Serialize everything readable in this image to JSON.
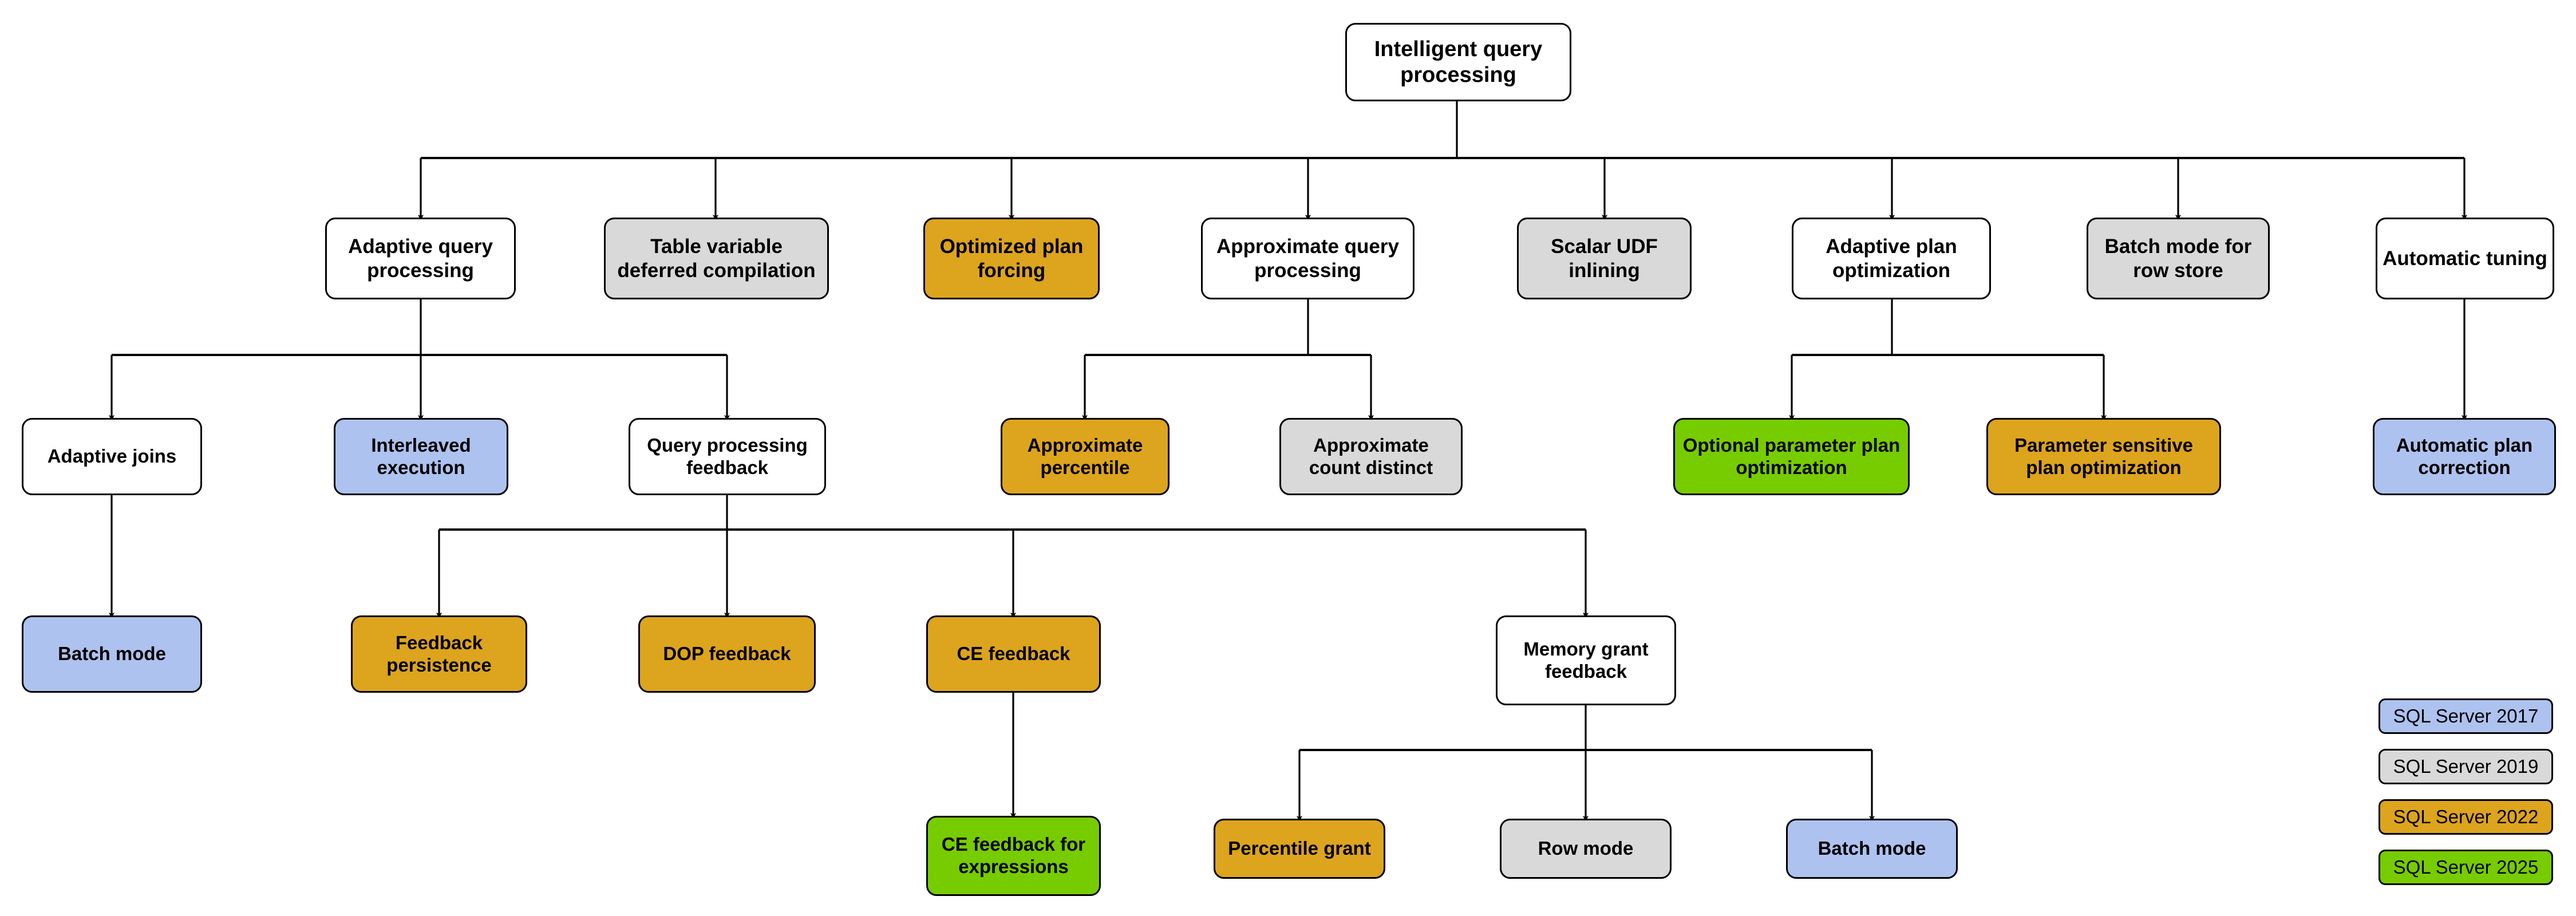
{
  "diagram": {
    "title": "Intelligent query processing",
    "root": {
      "label": "Intelligent query processing",
      "color": "white"
    },
    "level2": [
      {
        "label": "Adaptive query processing",
        "color": "white"
      },
      {
        "label": "Table variable deferred compilation",
        "color": "gray"
      },
      {
        "label": "Optimized plan forcing",
        "color": "orange"
      },
      {
        "label": "Approximate query processing",
        "color": "white"
      },
      {
        "label": "Scalar UDF inlining",
        "color": "gray"
      },
      {
        "label": "Adaptive plan optimization",
        "color": "white"
      },
      {
        "label": "Batch mode for row store",
        "color": "gray"
      },
      {
        "label": "Automatic tuning",
        "color": "white"
      }
    ],
    "level3": [
      {
        "label": "Adaptive joins",
        "color": "white"
      },
      {
        "label": "Interleaved execution",
        "color": "blue"
      },
      {
        "label": "Query processing feedback",
        "color": "white"
      },
      {
        "label": "Approximate percentile",
        "color": "orange"
      },
      {
        "label": "Approximate count distinct",
        "color": "gray"
      },
      {
        "label": "Optional parameter plan optimization",
        "color": "green"
      },
      {
        "label": "Parameter sensitive plan optimization",
        "color": "orange"
      },
      {
        "label": "Automatic plan correction",
        "color": "blue"
      }
    ],
    "level4": [
      {
        "label": "Batch mode",
        "color": "blue"
      },
      {
        "label": "Feedback persistence",
        "color": "orange"
      },
      {
        "label": "DOP feedback",
        "color": "orange"
      },
      {
        "label": "CE feedback",
        "color": "orange"
      },
      {
        "label": "Memory grant feedback",
        "color": "white"
      }
    ],
    "level5": [
      {
        "label": "CE feedback for expressions",
        "color": "green"
      },
      {
        "label": "Percentile grant",
        "color": "orange"
      },
      {
        "label": "Row mode",
        "color": "gray"
      },
      {
        "label": "Batch mode",
        "color": "blue"
      }
    ],
    "legend": [
      {
        "label": "SQL Server 2017",
        "color": "blue"
      },
      {
        "label": "SQL Server 2019",
        "color": "gray"
      },
      {
        "label": "SQL Server 2022",
        "color": "orange"
      },
      {
        "label": "SQL Server 2025",
        "color": "green"
      }
    ],
    "colors": {
      "white": "#ffffff",
      "gray": "#d9d9d9",
      "orange": "#dda41d",
      "blue": "#aec2ef",
      "green": "#77cc00",
      "stroke": "#000000"
    }
  }
}
